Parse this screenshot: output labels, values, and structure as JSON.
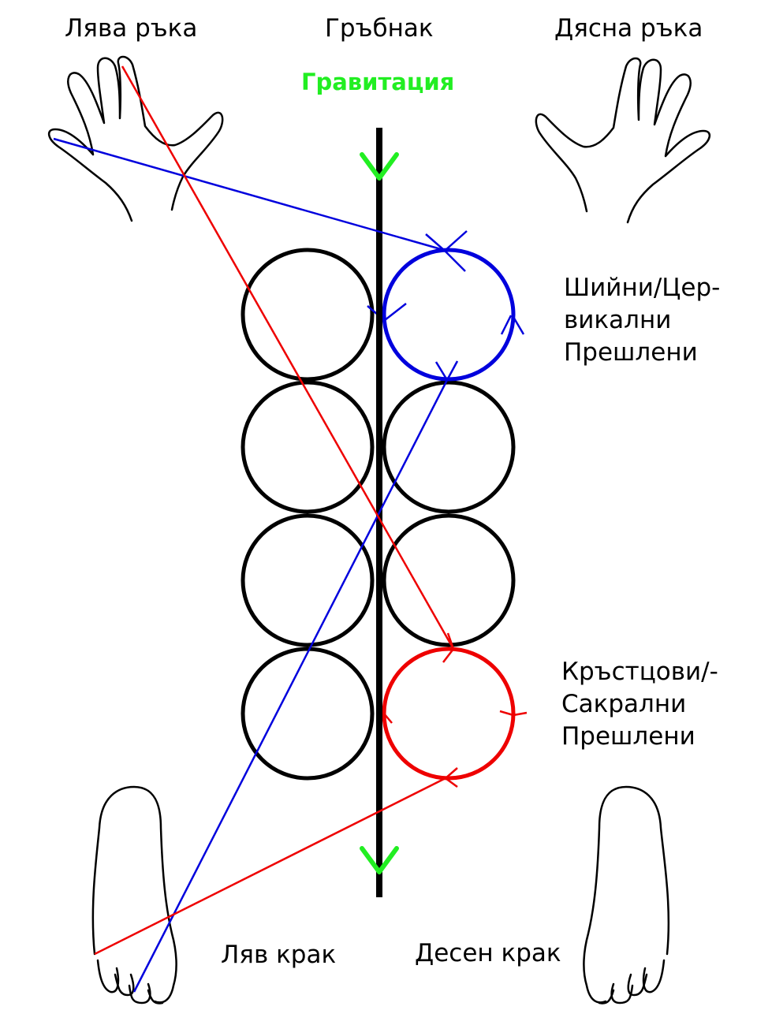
{
  "labels": {
    "left_hand": "Лява ръка",
    "spine": "Гръбнак",
    "right_hand": "Дясна ръка",
    "gravity": "Гравитация",
    "cervical_1": "Шийни/Цер-",
    "cervical_2": "викални",
    "cervical_3": "Прешлени",
    "sacral_1": "Кръстцови/-",
    "sacral_2": "Сакрални",
    "sacral_3": "Прешлени",
    "left_foot": "Ляв крак",
    "right_foot": "Десен крак"
  },
  "colors": {
    "gravity": "#22ee22",
    "cervical_path": "#0000dd",
    "sacral_path": "#ee0000",
    "outline": "#000000"
  }
}
